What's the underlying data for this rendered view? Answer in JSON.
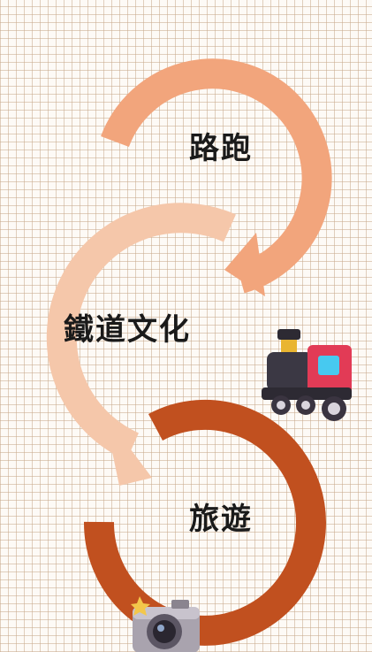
{
  "colors": {
    "loop_1": "#f2a57c",
    "loop_2": "#f5c7aa",
    "loop_3": "#c1501f",
    "background": "#fdfaf6",
    "grid": "#c8aa8c"
  },
  "loops": [
    {
      "label": "路跑",
      "icon": "none"
    },
    {
      "label": "鐵道文化",
      "icon": "steam-train-icon"
    },
    {
      "label": "旅遊",
      "icon": "camera-icon"
    }
  ]
}
